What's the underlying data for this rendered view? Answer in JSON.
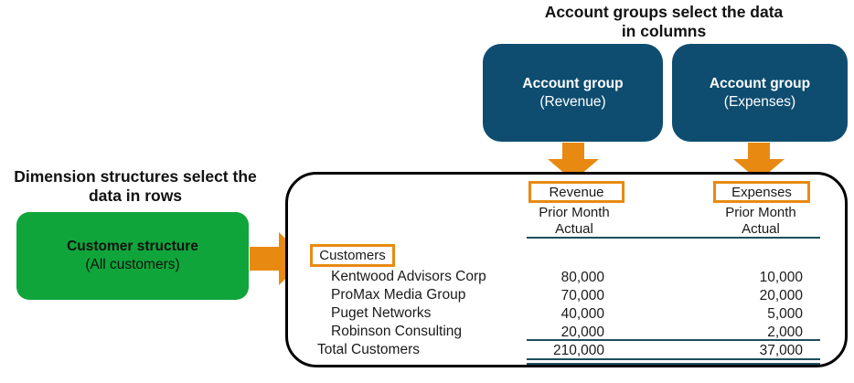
{
  "colors": {
    "box_blue": "#0e4d70",
    "box_green": "#10a53a",
    "arrow_orange": "#e88a12",
    "rule_navy": "#1c4f5e",
    "frame_black": "#000000"
  },
  "annotations": {
    "columns_note": {
      "line1": "Account groups select the data",
      "line2": "in columns"
    },
    "rows_note": {
      "line1": "Dimension structures select the",
      "line2": "data in rows"
    }
  },
  "account_groups": {
    "revenue": {
      "title": "Account group",
      "subtitle": "(Revenue)"
    },
    "expenses": {
      "title": "Account group",
      "subtitle": "(Expenses)"
    }
  },
  "dimension_structure": {
    "title": "Customer structure",
    "subtitle": "(All customers)"
  },
  "report": {
    "columns": {
      "revenue": {
        "label": "Revenue",
        "sub1": "Prior Month",
        "sub2": "Actual"
      },
      "expenses": {
        "label": "Expenses",
        "sub1": "Prior Month",
        "sub2": "Actual"
      }
    },
    "row_group": "Customers",
    "rows": [
      {
        "name": "Kentwood Advisors Corp",
        "revenue": "80,000",
        "expenses": "10,000"
      },
      {
        "name": "ProMax Media Group",
        "revenue": "70,000",
        "expenses": "20,000"
      },
      {
        "name": "Puget Networks",
        "revenue": "40,000",
        "expenses": "5,000"
      },
      {
        "name": "Robinson Consulting",
        "revenue": "20,000",
        "expenses": "2,000"
      }
    ],
    "total": {
      "name": "Total Customers",
      "revenue": "210,000",
      "expenses": "37,000"
    }
  }
}
